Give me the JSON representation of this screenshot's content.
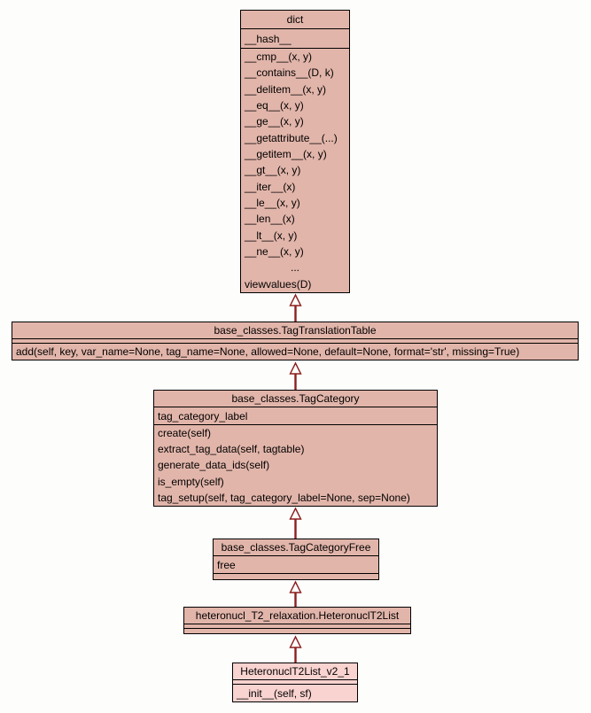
{
  "colors": {
    "background": "#fdfdfb",
    "node_fill": "#e2b5aa",
    "node_fill_highlight": "#f9d3d0",
    "border": "#000000",
    "arrow": "#8b1f1f"
  },
  "classes": [
    {
      "title": "dict",
      "attributes": [
        "__hash__"
      ],
      "methods": [
        "__cmp__(x, y)",
        "__contains__(D, k)",
        "__delitem__(x, y)",
        "__eq__(x, y)",
        "__ge__(x, y)",
        "__getattribute__(...)",
        "__getitem__(x, y)",
        "__gt__(x, y)",
        "__iter__(x)",
        "__le__(x, y)",
        "__len__(x)",
        "__lt__(x, y)",
        "__ne__(x, y)",
        "...",
        "viewvalues(D)"
      ]
    },
    {
      "title": "base_classes.TagTranslationTable",
      "attributes": [],
      "methods": [
        "add(self, key, var_name=None, tag_name=None, allowed=None, default=None, format='str', missing=True)"
      ]
    },
    {
      "title": "base_classes.TagCategory",
      "attributes": [
        "tag_category_label"
      ],
      "methods": [
        "create(self)",
        "extract_tag_data(self, tagtable)",
        "generate_data_ids(self)",
        "is_empty(self)",
        "tag_setup(self, tag_category_label=None, sep=None)"
      ]
    },
    {
      "title": "base_classes.TagCategoryFree",
      "attributes": [
        "free"
      ],
      "methods": []
    },
    {
      "title": "heteronucl_T2_relaxation.HeteronuclT2List",
      "attributes": [],
      "methods": []
    },
    {
      "title": "HeteronuclT2List_v2_1",
      "attributes": [],
      "methods": [
        "__init__(self, sf)"
      ]
    }
  ],
  "inheritance": [
    {
      "from": "base_classes.TagTranslationTable",
      "to": "dict"
    },
    {
      "from": "base_classes.TagCategory",
      "to": "base_classes.TagTranslationTable"
    },
    {
      "from": "base_classes.TagCategoryFree",
      "to": "base_classes.TagCategory"
    },
    {
      "from": "heteronucl_T2_relaxation.HeteronuclT2List",
      "to": "base_classes.TagCategoryFree"
    },
    {
      "from": "HeteronuclT2List_v2_1",
      "to": "heteronucl_T2_relaxation.HeteronuclT2List"
    }
  ]
}
